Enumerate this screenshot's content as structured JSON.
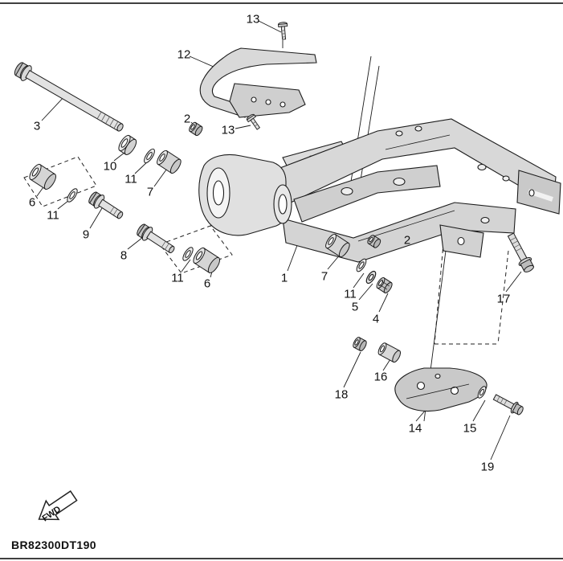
{
  "page": {
    "code": "BR82300DT190",
    "fwd_label": "FWD"
  },
  "colors": {
    "ink": "#1a1a1a",
    "metal_light": "#e0e0e0",
    "metal_mid": "#d0d0d0",
    "metal_dark": "#bbbbbb"
  },
  "callouts": [
    "13",
    "12",
    "3",
    "2",
    "13",
    "10",
    "11",
    "7",
    "6",
    "11",
    "9",
    "8",
    "11",
    "6",
    "1",
    "7",
    "2",
    "11",
    "5",
    "4",
    "17",
    "18",
    "16",
    "14",
    "15",
    "19"
  ]
}
